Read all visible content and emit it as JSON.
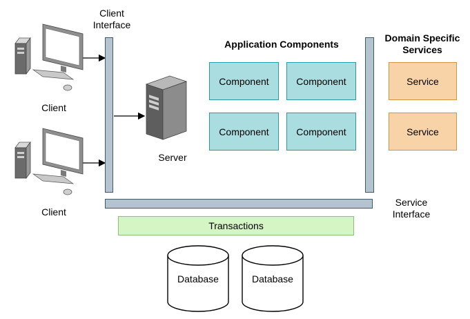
{
  "clients": [
    {
      "label": "Client",
      "icon": "desktop-computer-icon"
    },
    {
      "label": "Client",
      "icon": "desktop-computer-icon"
    }
  ],
  "client_interface": {
    "label_line1": "Client",
    "label_line2": "Interface"
  },
  "server": {
    "label": "Server",
    "icon": "server-tower-icon"
  },
  "application_components": {
    "title": "Application Components",
    "items": [
      "Component",
      "Component",
      "Component",
      "Component"
    ]
  },
  "domain_services": {
    "title_line1": "Domain Specific",
    "title_line2": "Services",
    "items": [
      "Service",
      "Service"
    ]
  },
  "service_interface": {
    "label_line1": "Service",
    "label_line2": "Interface"
  },
  "transactions": {
    "label": "Transactions"
  },
  "databases": [
    "Database",
    "Database"
  ],
  "colors": {
    "interface_bar_fill": "#b5c3ce",
    "component_fill": "#a9dde0",
    "service_fill": "#f8d3a7",
    "transactions_fill": "#d5f5c5"
  }
}
